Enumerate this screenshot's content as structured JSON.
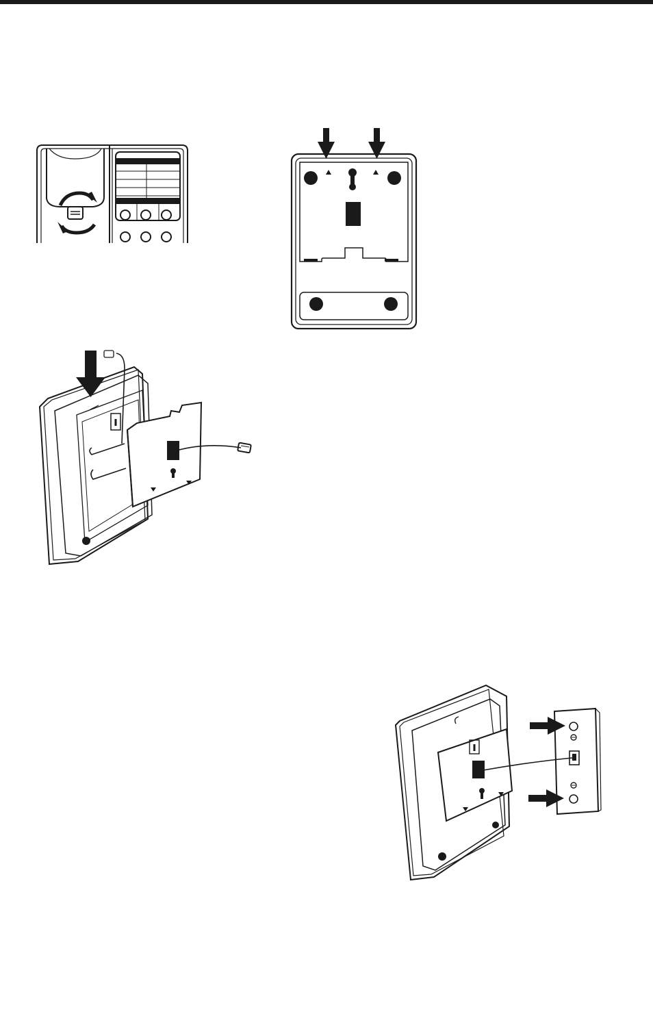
{
  "page": {
    "figures": [
      {
        "name": "handset-hook-tab-rotation"
      },
      {
        "name": "base-bottom-view"
      },
      {
        "name": "wall-bracket-attach"
      },
      {
        "name": "wall-plate-mount"
      }
    ]
  },
  "colors": {
    "ink": "#1a1a1a",
    "paper": "#ffffff"
  }
}
